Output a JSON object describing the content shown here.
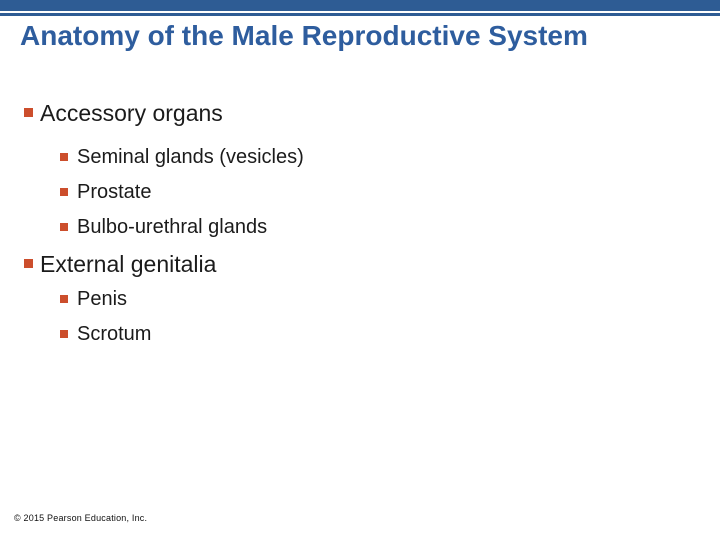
{
  "slide": {
    "title": "Anatomy of the Male Reproductive System",
    "footer": "© 2015 Pearson Education, Inc.",
    "colors": {
      "accent_blue": "#2E5C94",
      "title_blue": "#2E5D9E",
      "bullet_orange": "#CC4E2C",
      "text": "#1B1B1B",
      "background": "#FFFFFF"
    },
    "bullets": {
      "items": [
        {
          "text": "Accessory organs",
          "level": 1
        },
        {
          "text": "Seminal glands (vesicles)",
          "level": 2
        },
        {
          "text": "Prostate",
          "level": 2
        },
        {
          "text": "Bulbo-urethral glands",
          "level": 2
        },
        {
          "text": "External genitalia",
          "level": 1
        },
        {
          "text": "Penis",
          "level": 2
        },
        {
          "text": "Scrotum",
          "level": 2
        }
      ]
    }
  }
}
